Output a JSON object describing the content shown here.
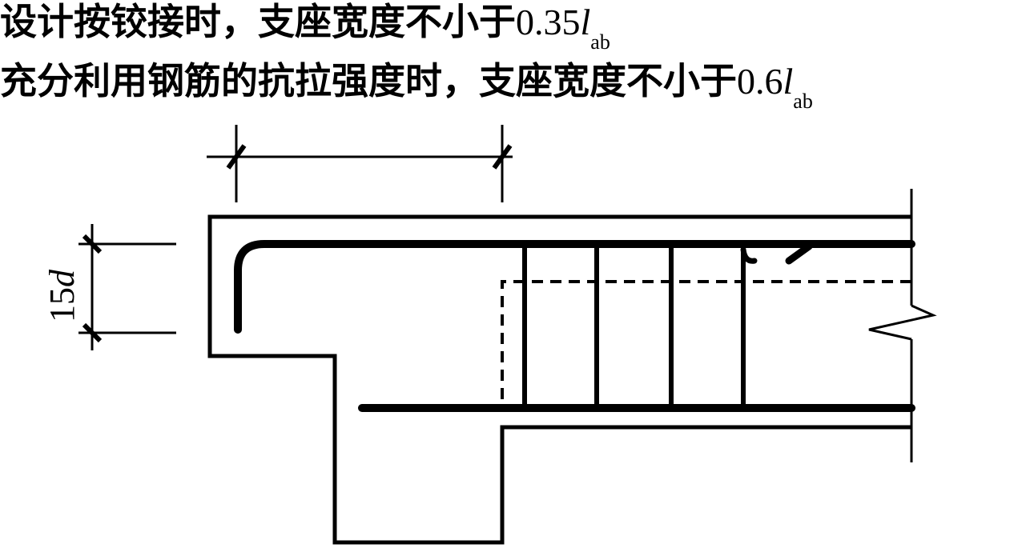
{
  "captions": {
    "line1": {
      "text": "设计按铰接时，支座宽度不小于",
      "num": "0.35",
      "var": "l",
      "sub": "ab"
    },
    "line2": {
      "text": "充分利用钢筋的抗拉强度时，支座宽度不小于",
      "num": "0.6",
      "var": "l",
      "sub": "ab"
    }
  },
  "diagram": {
    "dim_hook": {
      "num": "15",
      "var": "d"
    }
  },
  "colors": {
    "ink": "#000000",
    "background": "#ffffff"
  }
}
